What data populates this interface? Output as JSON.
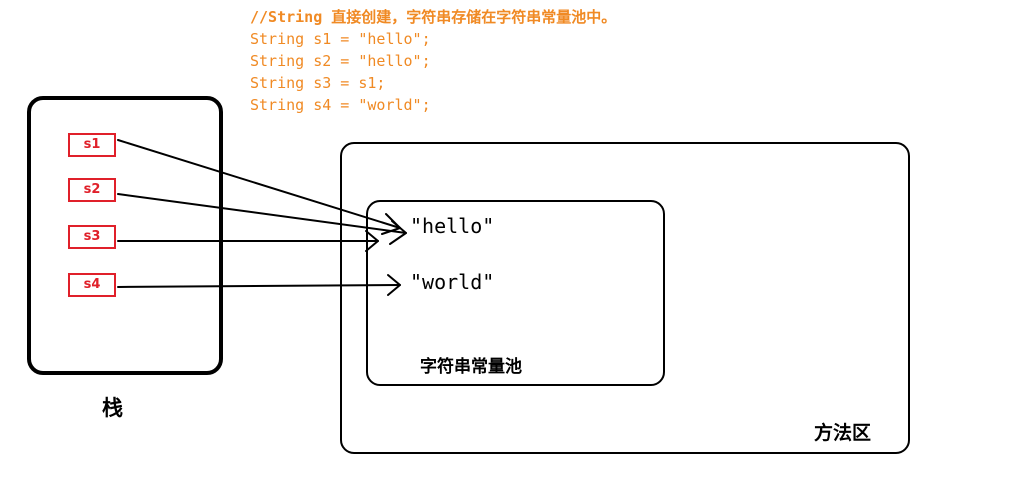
{
  "code": {
    "comment": "//String 直接创建，字符串存储在字符串常量池中。",
    "lines": [
      "String s1 = \"hello\";",
      "String s2 = \"hello\";",
      "String s3 = s1;",
      "String s4 = \"world\";"
    ]
  },
  "stack": {
    "label": "栈",
    "vars": [
      "s1",
      "s2",
      "s3",
      "s4"
    ]
  },
  "method_area": {
    "label": "方法区",
    "pool": {
      "label": "字符串常量池",
      "strings": [
        "\"hello\"",
        "\"world\""
      ]
    }
  },
  "colors": {
    "code": "#f08a24",
    "var_border": "#e0202a",
    "line": "#000000"
  }
}
